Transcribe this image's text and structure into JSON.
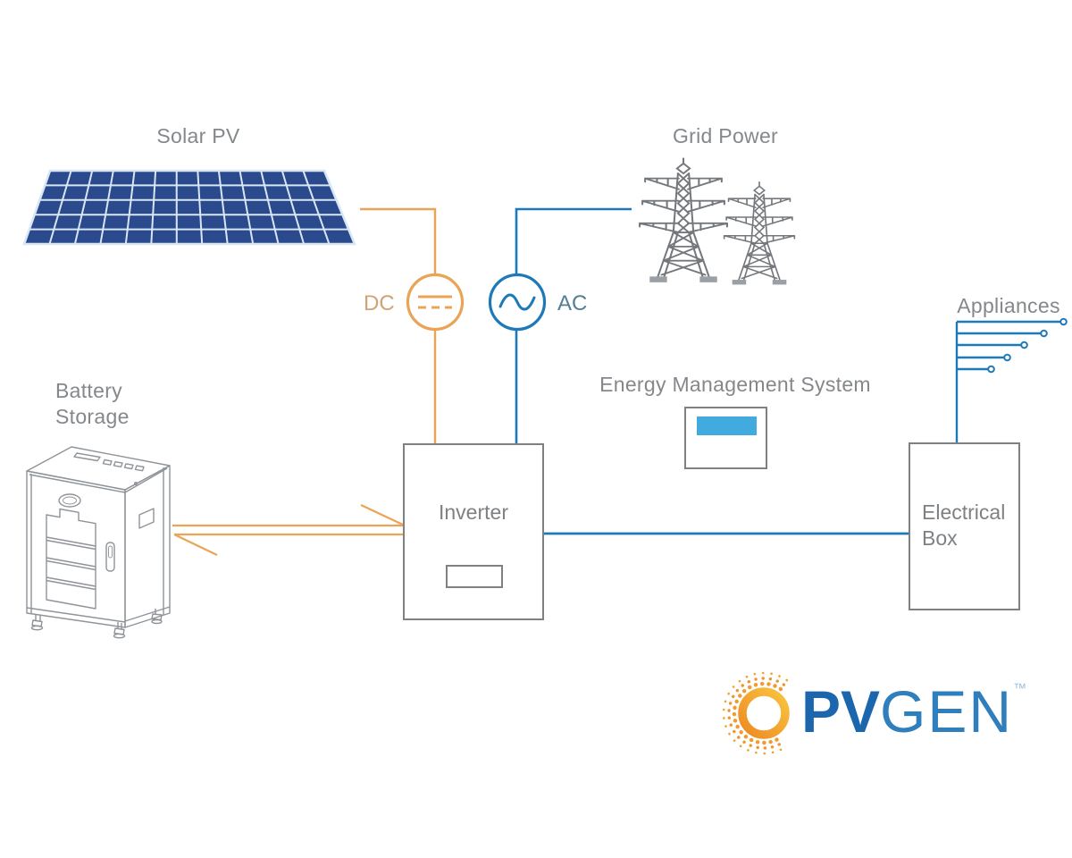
{
  "diagram": {
    "labels": {
      "solar_pv": "Solar PV",
      "grid_power": "Grid Power",
      "battery_line1": "Battery",
      "battery_line2": "Storage",
      "dc": "DC",
      "ac": "AC",
      "ems": "Energy Management System",
      "appliances": "Appliances",
      "inverter": "Inverter",
      "electrical_line1": "Electrical",
      "electrical_line2": "Box"
    },
    "logo": {
      "brand_bold": "PV",
      "brand_light": "GEN",
      "trademark": "™"
    },
    "connections": [
      {
        "from": "Solar PV",
        "to": "Inverter",
        "via": "DC",
        "line_color": "#E9A455"
      },
      {
        "from": "Grid Power",
        "to": "Inverter",
        "via": "AC",
        "line_color": "#1D79B8"
      },
      {
        "from": "Battery Storage",
        "to": "Inverter",
        "bidirectional": true,
        "line_color": "#E9A455"
      },
      {
        "from": "Inverter",
        "to": "Electrical Box",
        "line_color": "#1D79B8"
      },
      {
        "from": "Electrical Box",
        "to": "Appliances",
        "line_color": "#1D79B8"
      }
    ],
    "colors": {
      "dc_line": "#E9A455",
      "ac_line": "#1D79B8",
      "box_border": "#7E8184",
      "label_gray": "#85888B",
      "dc_label": "#D3A274",
      "ac_label": "#547E93",
      "panel_cell": "#2B4A8E",
      "panel_grid": "#D9E6F4",
      "ems_screen": "#41ABDF",
      "tower_gray": "#74787C",
      "logo_orange": "#ED8A23",
      "logo_gold": "#F9C440",
      "logo_blue_bold": "#1B66AD",
      "logo_blue_light": "#2F7FBC"
    }
  }
}
